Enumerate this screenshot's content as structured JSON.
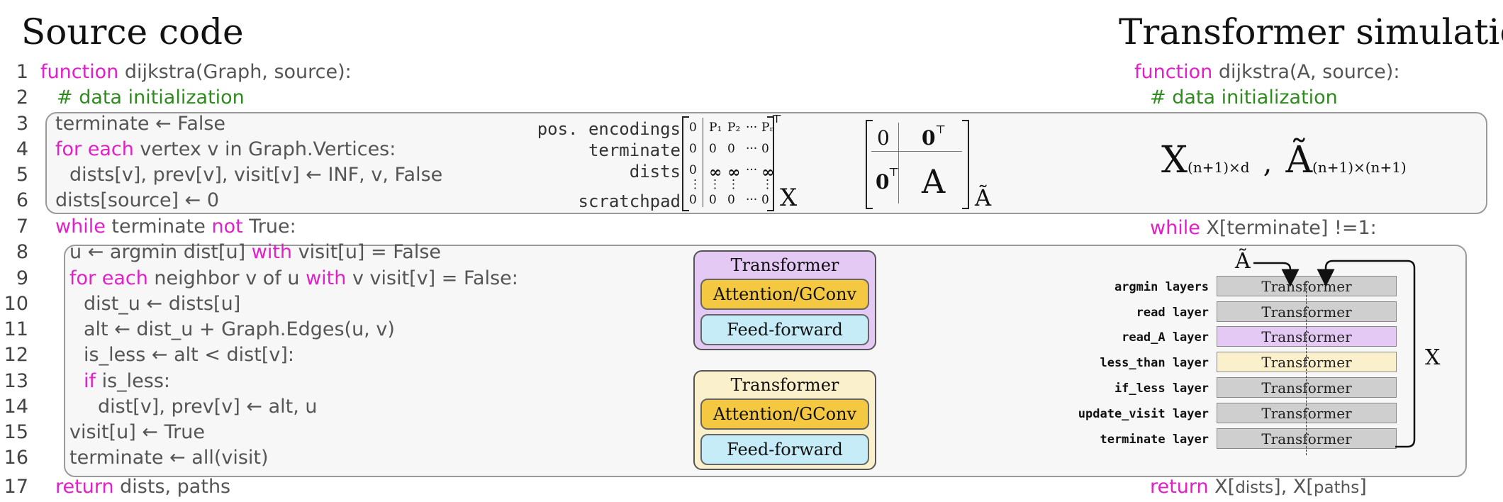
{
  "titles": {
    "left": "Source code",
    "right": "Transformer simulation"
  },
  "code_lines": [
    {
      "num": "1",
      "parts": [
        {
          "t": "function",
          "c": "kw"
        },
        {
          "t": " dijkstra(Graph, source):",
          "c": ""
        }
      ]
    },
    {
      "num": "2",
      "parts": [
        {
          "t": "# data initialization",
          "c": "cm"
        }
      ]
    },
    {
      "num": "3",
      "parts": [
        {
          "t": "terminate ← False",
          "c": ""
        }
      ]
    },
    {
      "num": "4",
      "parts": [
        {
          "t": "for each",
          "c": "kw"
        },
        {
          "t": " vertex v in Graph.Vertices:",
          "c": ""
        }
      ]
    },
    {
      "num": "5",
      "parts": [
        {
          "t": "dists[v], prev[v], visit[v] ← INF, v, False",
          "c": ""
        }
      ]
    },
    {
      "num": "6",
      "parts": [
        {
          "t": "dists[source] ← 0",
          "c": ""
        }
      ]
    },
    {
      "num": "7",
      "parts": [
        {
          "t": "while",
          "c": "kw"
        },
        {
          "t": " terminate ",
          "c": ""
        },
        {
          "t": "not",
          "c": "kw"
        },
        {
          "t": " True:",
          "c": ""
        }
      ]
    },
    {
      "num": "8",
      "parts": [
        {
          "t": "u ← argmin dist[u] ",
          "c": ""
        },
        {
          "t": "with",
          "c": "kw"
        },
        {
          "t": " visit[u] = False",
          "c": ""
        }
      ]
    },
    {
      "num": "9",
      "parts": [
        {
          "t": "for each",
          "c": "kw"
        },
        {
          "t": " neighbor v of u ",
          "c": ""
        },
        {
          "t": "with",
          "c": "kw"
        },
        {
          "t": " v visit[v] = False:",
          "c": ""
        }
      ]
    },
    {
      "num": "10",
      "parts": [
        {
          "t": "dist_u ← dists[u]",
          "c": ""
        }
      ]
    },
    {
      "num": "11",
      "parts": [
        {
          "t": "alt ← dist_u + Graph.Edges(u, v)",
          "c": ""
        }
      ]
    },
    {
      "num": "12",
      "parts": [
        {
          "t": "is_less ← alt < dist[v]:",
          "c": ""
        }
      ]
    },
    {
      "num": "13",
      "parts": [
        {
          "t": "if",
          "c": "kw"
        },
        {
          "t": " is_less:",
          "c": ""
        }
      ]
    },
    {
      "num": "14",
      "parts": [
        {
          "t": "dist[v], prev[v] ← alt, u",
          "c": ""
        }
      ]
    },
    {
      "num": "15",
      "parts": [
        {
          "t": "visit[u] ← True",
          "c": ""
        }
      ]
    },
    {
      "num": "16",
      "parts": [
        {
          "t": "terminate ← all(visit)",
          "c": ""
        }
      ]
    },
    {
      "num": "17",
      "parts": [
        {
          "t": "return",
          "c": "kw"
        },
        {
          "t": " dists, paths",
          "c": ""
        }
      ]
    }
  ],
  "matrix_x": {
    "row_labels": [
      "pos. encodings",
      "terminate",
      "dists",
      "scratchpad"
    ],
    "rows": [
      [
        "0",
        "P₁",
        "P₂",
        "···",
        "Pₙ"
      ],
      [
        "0",
        "0",
        "0",
        "···",
        "0"
      ],
      [
        "0",
        "∞",
        "∞",
        "···",
        "∞"
      ],
      [
        "⋮",
        "⋮",
        "⋮",
        "",
        "⋮"
      ],
      [
        "0",
        "0",
        "0",
        "···",
        "0"
      ]
    ],
    "transpose": "⊤",
    "name": "X"
  },
  "matrix_a": {
    "tl": "0",
    "tr": "0",
    "tr_sup": "⊤",
    "bl": "0",
    "bl_sup": "⊤",
    "br": "A",
    "name": "Ã"
  },
  "right_code": {
    "func_kw": "function",
    "func_rest": " dijkstra(A, source):",
    "comment": "# data initialization",
    "x_main": "X",
    "x_sub": "(n+1)×d",
    "comma": ",",
    "a_main": "Ã",
    "a_sub": "(n+1)×(n+1)",
    "while_kw": "while",
    "while_rest": " X[terminate] !=1:",
    "return_kw": "return",
    "return_x1": " X[",
    "return_d": "dists",
    "return_x2": "], X[",
    "return_p": "paths",
    "return_x3": "]"
  },
  "blocks": [
    {
      "title": "Transformer",
      "attn": "Attention/GConv",
      "ff": "Feed-forward",
      "color": "#e3c9f3"
    },
    {
      "title": "Transformer",
      "attn": "Attention/GConv",
      "ff": "Feed-forward",
      "color": "#fbf0cc"
    }
  ],
  "stack": {
    "a_label": "Ã",
    "x_label": "X",
    "layers": [
      {
        "label": "argmin layers",
        "box": "Transformer",
        "kind": "gray"
      },
      {
        "label": "read layer",
        "box": "Transformer",
        "kind": "gray"
      },
      {
        "label": "read_A layer",
        "box": "Transformer",
        "kind": "purple"
      },
      {
        "label": "less_than layer",
        "box": "Transformer",
        "kind": "yellow"
      },
      {
        "label": "if_less layer",
        "box": "Transformer",
        "kind": "gray"
      },
      {
        "label": "update_visit layer",
        "box": "Transformer",
        "kind": "gray"
      },
      {
        "label": "terminate layer",
        "box": "Transformer",
        "kind": "gray"
      }
    ]
  },
  "colors": {
    "keyword": "#e020c8",
    "comment": "#2e8b1e",
    "purple_highlight": "#e3c9f3",
    "yellow_highlight": "#fbf0cc",
    "attn_fill": "#f5c842",
    "ff_fill": "#c6ecf7",
    "layer_gray": "#cfcfcf"
  }
}
